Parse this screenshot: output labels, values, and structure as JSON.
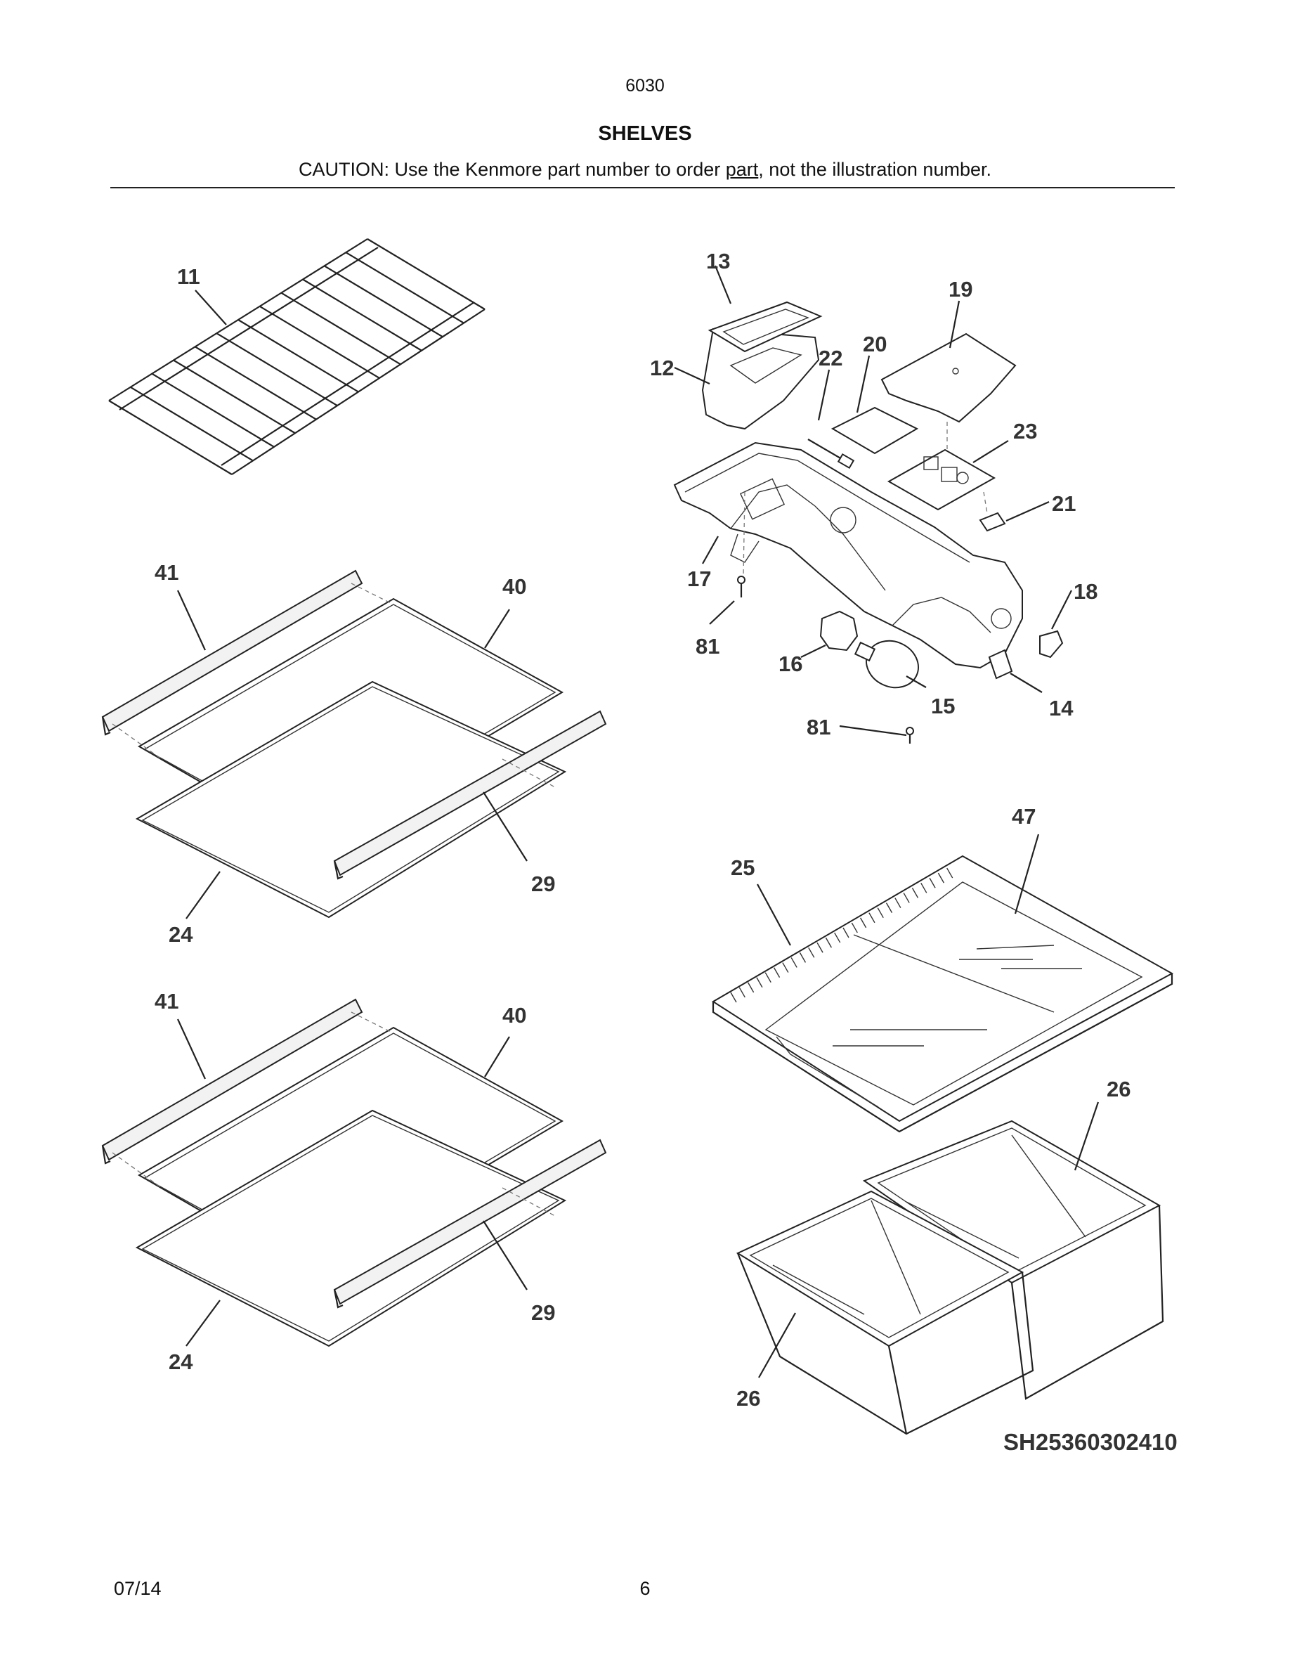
{
  "header": {
    "model": "6030",
    "title": "SHELVES",
    "caution_before": "CAUTION: Use the Kenmore part number to order ",
    "caution_underlined": "part",
    "caution_after": ", not the illustration number."
  },
  "callouts": {
    "c11": "11",
    "c13": "13",
    "c12": "12",
    "c22": "22",
    "c20": "20",
    "c19": "19",
    "c23": "23",
    "c21": "21",
    "c17": "17",
    "c18": "18",
    "c81a": "81",
    "c16": "16",
    "c15": "15",
    "c14": "14",
    "c81b": "81",
    "c41a": "41",
    "c40a": "40",
    "c29a": "29",
    "c24a": "24",
    "c41b": "41",
    "c40b": "40",
    "c29b": "29",
    "c24b": "24",
    "c47": "47",
    "c25": "25",
    "c26a": "26",
    "c26b": "26"
  },
  "diagram_code": "SH25360302410",
  "footer": {
    "date": "07/14",
    "page": "6"
  }
}
